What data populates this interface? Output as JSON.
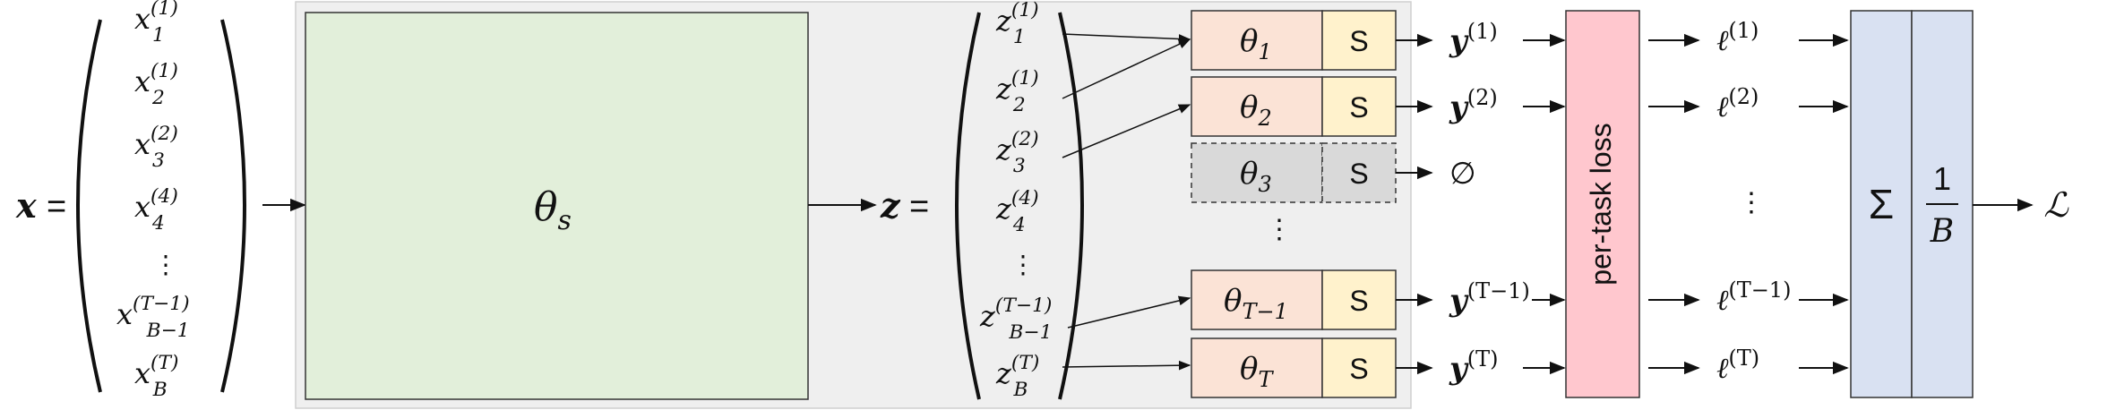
{
  "input": {
    "lhs": "x",
    "equals": "=",
    "entries": [
      {
        "base": "x",
        "sub": "1",
        "sup": "(1)"
      },
      {
        "base": "x",
        "sub": "2",
        "sup": "(1)"
      },
      {
        "base": "x",
        "sub": "3",
        "sup": "(2)"
      },
      {
        "base": "x",
        "sub": "4",
        "sup": "(4)"
      },
      {
        "base": "x",
        "sub": "B−1",
        "sup": "(T−1)"
      },
      {
        "base": "x",
        "sub": "B",
        "sup": "(T)"
      }
    ],
    "dots": "⋮"
  },
  "shared": {
    "label": "θ",
    "sub": "s"
  },
  "latent": {
    "lhs": "z",
    "equals": "=",
    "entries": [
      {
        "base": "z",
        "sub": "1",
        "sup": "(1)"
      },
      {
        "base": "z",
        "sub": "2",
        "sup": "(1)"
      },
      {
        "base": "z",
        "sub": "3",
        "sup": "(2)"
      },
      {
        "base": "z",
        "sub": "4",
        "sup": "(4)"
      },
      {
        "base": "z",
        "sub": "B−1",
        "sup": "(T−1)"
      },
      {
        "base": "z",
        "sub": "B",
        "sup": "(T)"
      }
    ],
    "dots": "⋮"
  },
  "heads": [
    {
      "theta": "θ",
      "sub": "1",
      "s": "S",
      "out_base": "y",
      "out_sup": "(1)",
      "active": true
    },
    {
      "theta": "θ",
      "sub": "2",
      "s": "S",
      "out_base": "y",
      "out_sup": "(2)",
      "active": true
    },
    {
      "theta": "θ",
      "sub": "3",
      "s": "S",
      "out_base": "∅",
      "out_sup": "",
      "active": false
    },
    {
      "theta": "θ",
      "sub": "T−1",
      "s": "S",
      "out_base": "y",
      "out_sup": "(T−1)",
      "active": true
    },
    {
      "theta": "θ",
      "sub": "T",
      "s": "S",
      "out_base": "y",
      "out_sup": "(T)",
      "active": true
    }
  ],
  "heads_dots": "⋮",
  "loss_box": "per-task loss",
  "losses": [
    {
      "base": "ℓ",
      "sup": "(1)"
    },
    {
      "base": "ℓ",
      "sup": "(2)"
    },
    {
      "base": "ℓ",
      "sup": "(T−1)"
    },
    {
      "base": "ℓ",
      "sup": "(T)"
    }
  ],
  "losses_dots": "⋮",
  "sum": "Σ",
  "frac": {
    "num": "1",
    "den": "B"
  },
  "total": "ℒ",
  "colors": {
    "shared_fill": "#e2efda",
    "background_panel": "#efefef",
    "theta_fill": "#fbe3d6",
    "s_fill": "#fff2cc",
    "inactive_fill": "#d9d9d9",
    "loss_fill": "#ffc7ce",
    "sum_fill": "#d9e1f2"
  }
}
